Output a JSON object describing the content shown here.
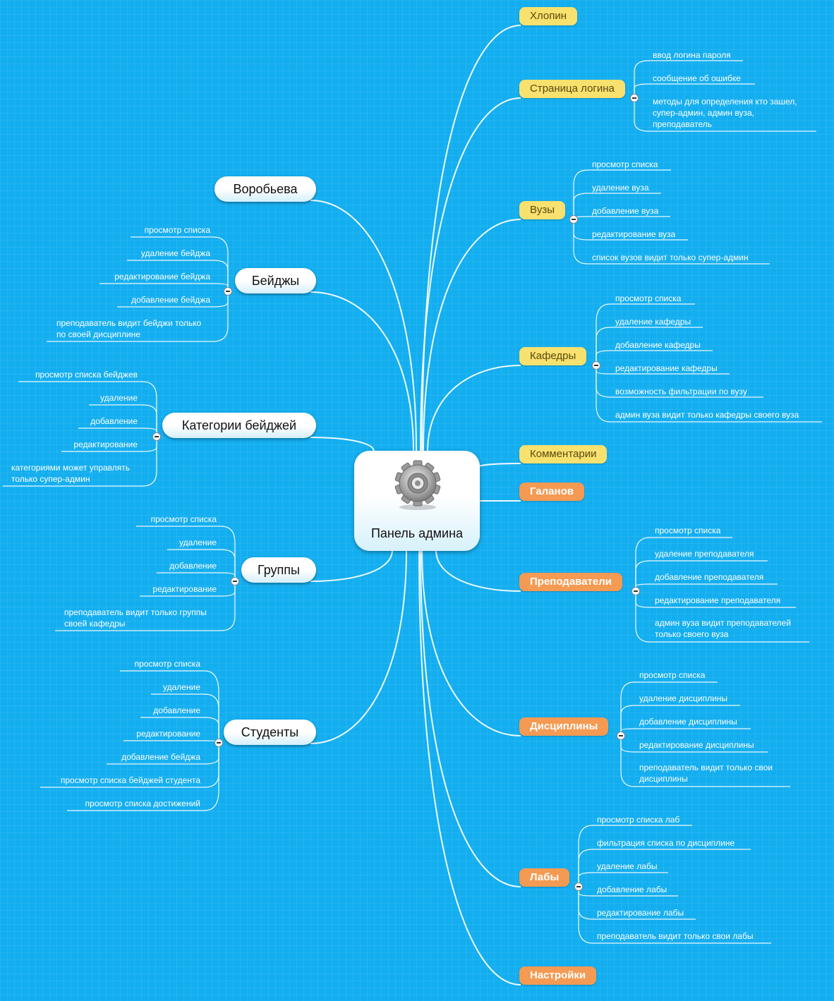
{
  "center": {
    "label": "Панель админа",
    "icon": "gear-icon"
  },
  "colors": {
    "background": "#13aef0",
    "yellow": "#f8e16e",
    "orange": "#f59a52"
  },
  "left": [
    {
      "label": "Воробьева",
      "items": []
    },
    {
      "label": "Бейджы",
      "items": [
        "просмотр списка",
        "удаление бейджа",
        "редактирование бейджа",
        "добавление бейджа",
        "преподаватель видит бейджи только\nпо своей дисциплине"
      ]
    },
    {
      "label": "Категории бейджей",
      "items": [
        "просмотр списка бейджев",
        "удаление",
        "добавление",
        "редактирование",
        "категориями может управлять\nтолько супер-админ"
      ]
    },
    {
      "label": "Группы",
      "items": [
        "просмотр списка",
        "удаление",
        "добавление",
        "редактирование",
        "преподаватель видит только группы\nсвоей кафедры"
      ]
    },
    {
      "label": "Студенты",
      "items": [
        "просмотр списка",
        "удаление",
        "добавление",
        "редактирование",
        "добавление бейджа",
        "просмотр списка бейджей студента",
        "просмотр списка достижений"
      ]
    }
  ],
  "right": [
    {
      "label": "Хлопин",
      "style": "yellow",
      "items": []
    },
    {
      "label": "Страница логина",
      "style": "yellow",
      "items": [
        "ввод логина пароля",
        "сообщение об ошибке",
        "методы для определения кто зашел,\nсупер-админ, админ вуза,\nпреподаватель"
      ]
    },
    {
      "label": "Вузы",
      "style": "yellow",
      "items": [
        "просмотр списка",
        "удаление вуза",
        "добавление вуза",
        "редактирование вуза",
        "список вузов видит только супер-админ"
      ]
    },
    {
      "label": "Кафедры",
      "style": "yellow",
      "items": [
        "просмотр списка",
        "удаление кафедры",
        "добавление кафедры",
        "редактирование кафедры",
        "возможность фильтрации по вузу",
        "админ вуза видит только кафедры своего вуза"
      ]
    },
    {
      "label": "Комментарии",
      "style": "yellow",
      "items": []
    },
    {
      "label": "Галанов",
      "style": "orange",
      "items": []
    },
    {
      "label": "Преподаватели",
      "style": "orange",
      "items": [
        "просмотр списка",
        "удаление преподавателя",
        "добавление преподавателя",
        "редактирование преподавателя",
        "админ вуза видит преподавателей\nтолько своего вуза"
      ]
    },
    {
      "label": "Дисциплины",
      "style": "orange",
      "items": [
        "просмотр списка",
        "удаление дисциплины",
        "добавление дисциплины",
        "редактирование дисциплины",
        "преподаватель видит только свои\nдисциплины"
      ]
    },
    {
      "label": "Лабы",
      "style": "orange",
      "items": [
        "просмотр списка лаб",
        "фильтрация списка по дисциплине",
        "удаление лабы",
        "добавление лабы",
        "редактирование лабы",
        "преподаватель видит только свои лабы"
      ]
    },
    {
      "label": "Настройки",
      "style": "orange",
      "items": []
    }
  ]
}
